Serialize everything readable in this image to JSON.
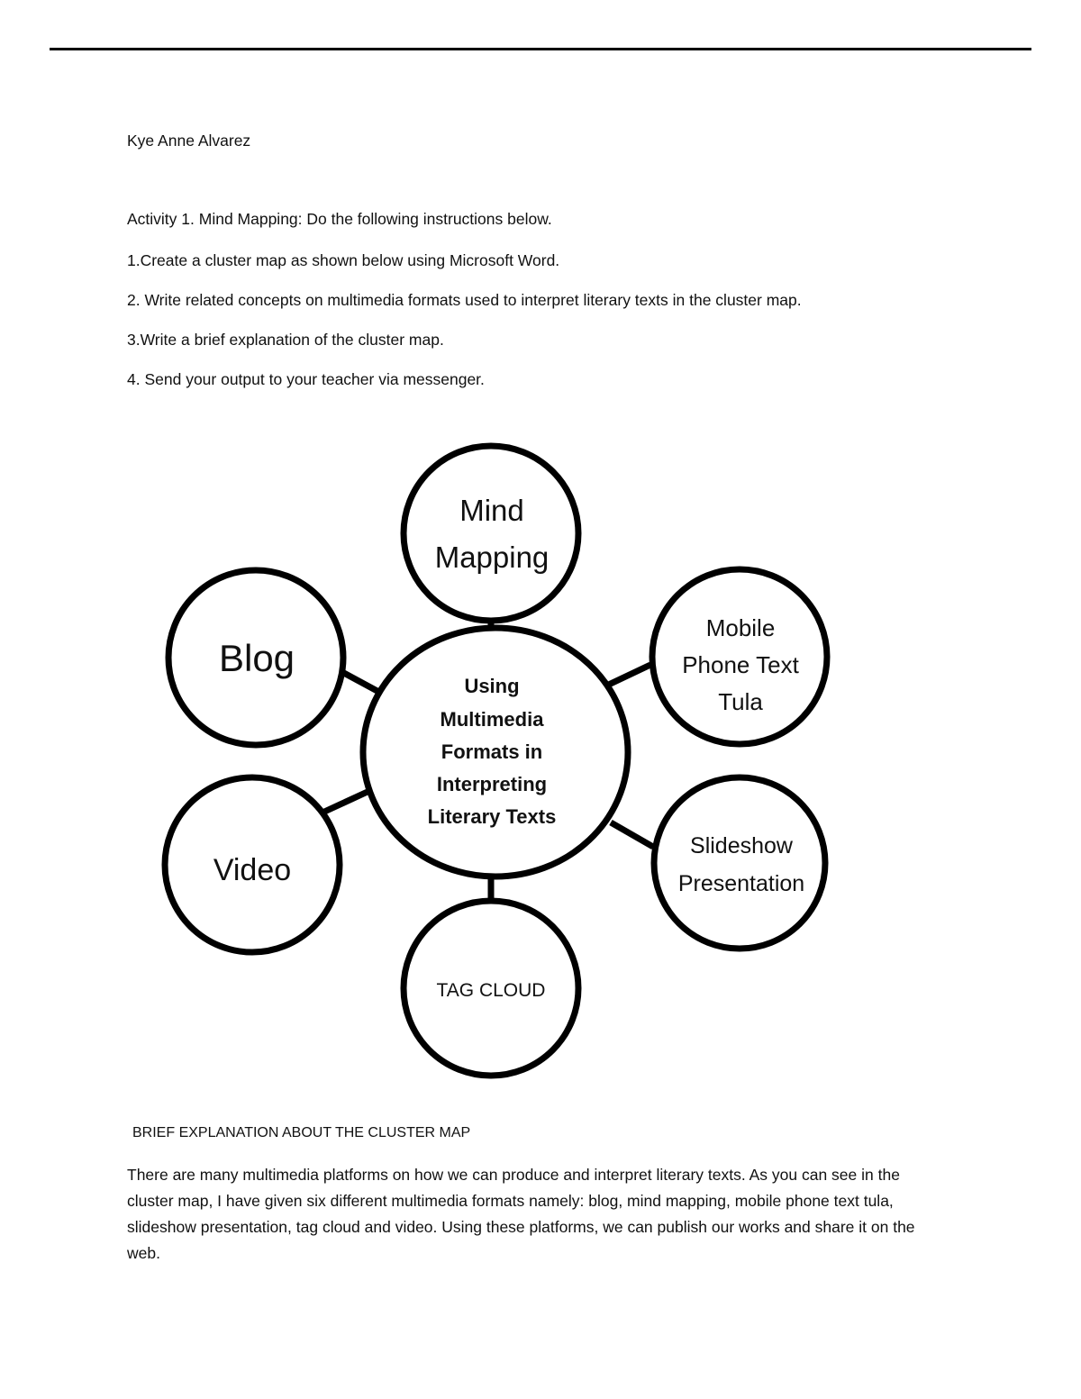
{
  "document": {
    "author": "Kye Anne Alvarez",
    "activity": {
      "title": "Activity 1. Mind Mapping: Do the following instructions below.",
      "steps": [
        "1.Create a cluster map as shown below using Microsoft Word.",
        "2. Write related concepts on multimedia formats used to interpret literary texts in the cluster map.",
        "3.Write a brief explanation of the cluster map.",
        "4. Send your output to your teacher via messenger."
      ]
    },
    "cluster_map": {
      "center": [
        "Using",
        "Multimedia",
        "Formats in",
        "Interpreting",
        "Literary Texts"
      ],
      "nodes": {
        "mind_mapping": [
          "Mind",
          "Mapping"
        ],
        "blog": [
          "Blog"
        ],
        "mobile_phone_text_tula": [
          "Mobile",
          "Phone Text",
          "Tula"
        ],
        "video": [
          "Video"
        ],
        "slideshow_presentation": [
          "Slideshow",
          "Presentation"
        ],
        "tag_cloud": [
          "TAG CLOUD"
        ]
      }
    },
    "explanation": {
      "heading": "BRIEF EXPLANATION ABOUT THE CLUSTER MAP",
      "body": "There are many multimedia platforms on how we can produce and interpret literary texts. As you can see in the cluster map, I have given six different multimedia formats namely: blog, mind mapping, mobile phone text tula, slideshow presentation, tag cloud and video. Using these platforms, we can publish our works and share it on the web."
    }
  }
}
